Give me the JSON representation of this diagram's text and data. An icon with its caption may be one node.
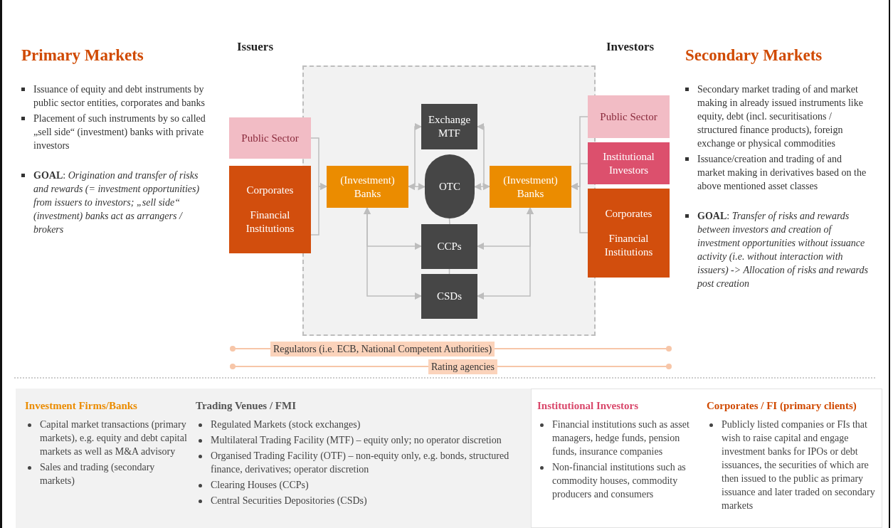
{
  "diagram": {
    "nodes": [
      {
        "text": [
          "Public Sector"
        ]
      },
      {
        "text": [
          "Corporates",
          "Financial Institutions"
        ]
      },
      {
        "text": [
          "(Investment) Banks"
        ]
      },
      {
        "text": [
          "Exchange MTF"
        ]
      },
      {
        "text": [
          "OTC"
        ]
      },
      {
        "text": [
          "CCPs"
        ]
      },
      {
        "text": [
          "CSDs"
        ]
      },
      {
        "text": [
          "(Investment) Banks"
        ]
      },
      {
        "text": [
          "Public Sector"
        ]
      },
      {
        "text": [
          "Institutional Investors"
        ]
      },
      {
        "text": [
          "Corporates",
          "Financial Institutions"
        ]
      },
      {
        "text": [
          "Regulators (i.e. ECB, National Competent Authorities)"
        ]
      },
      {
        "text": [
          "Rating agencies"
        ]
      }
    ],
    "edges": [
      {
        "from": 0,
        "to": 2,
        "arrow": "to"
      },
      {
        "from": 1,
        "to": 2,
        "arrow": "to"
      },
      {
        "from": 2,
        "to": 3,
        "arrow": "to"
      },
      {
        "from": 2,
        "to": 4,
        "arrow": "both"
      },
      {
        "from": 7,
        "to": 3,
        "arrow": "to"
      },
      {
        "from": 7,
        "to": 4,
        "arrow": "both"
      },
      {
        "from": 2,
        "to": 5,
        "arrow": "both"
      },
      {
        "from": 2,
        "to": 6,
        "arrow": "both"
      },
      {
        "from": 7,
        "to": 5,
        "arrow": "both"
      },
      {
        "from": 7,
        "to": 6,
        "arrow": "both"
      },
      {
        "from": 4,
        "to": 5,
        "arrow": "none"
      },
      {
        "from": 5,
        "to": 6,
        "arrow": "none"
      },
      {
        "from": 8,
        "to": 7,
        "arrow": "to"
      },
      {
        "from": 9,
        "to": 7,
        "arrow": "to"
      },
      {
        "from": 10,
        "to": 7,
        "arrow": "to"
      }
    ],
    "labels": [
      "Primary Markets",
      "Issuance of equity and debt instruments by public sector entities, corporates and banks",
      "Placement of such instruments by so called „sell side“ (investment) banks with private investors",
      "**GOAL**: *Origination and transfer of risks and rewards (= investment opportunities) from issuers to investors; „sell side“ (investment) banks act as arrangers / brokers*",
      "Issuers",
      "Investors",
      "Secondary Markets",
      "Secondary market trading of and market making in already issued instruments like equity, debt (incl. securitisations / structured finance products), foreign exchange or physical commodities",
      "Issuance/creation and trading of and market making in derivatives based on the above mentioned asset classes",
      "**GOAL**: *Transfer of risks and rewards between investors and creation of investment opportunities without issuance activity (i.e. without interaction with issuers) -> Allocation of risks and rewards post creation*",
      "Investment Firms/Banks",
      "Capital market transactions (primary markets), e.g. equity and debt capital markets as well as M&A advisory",
      "Sales and trading (secondary markets)",
      "Trading Venues / FMI",
      "Regulated Markets (stock exchanges)",
      "Multilateral Trading Facility (MTF) – equity only; no operator discretion",
      "Organised Trading Facility (OTF) – non-equity only, e.g. bonds, structured finance, derivatives; operator discretion",
      "Clearing Houses (CCPs)",
      "Central Securities Depositories (CSDs)",
      "Institutional Investors",
      "Financial institutions such as asset managers, hedge funds, pension funds, insurance companies",
      "Non-financial institutions such as commodity houses, commodity producers and consumers",
      "Corporates / FI (primary clients)",
      "Publicly listed companies or FIs that wish to raise capital and engage investment banks for IPOs or debt issuances, the securities of which are then issued to the public as primary issuance and later traded on secondary markets"
    ]
  }
}
